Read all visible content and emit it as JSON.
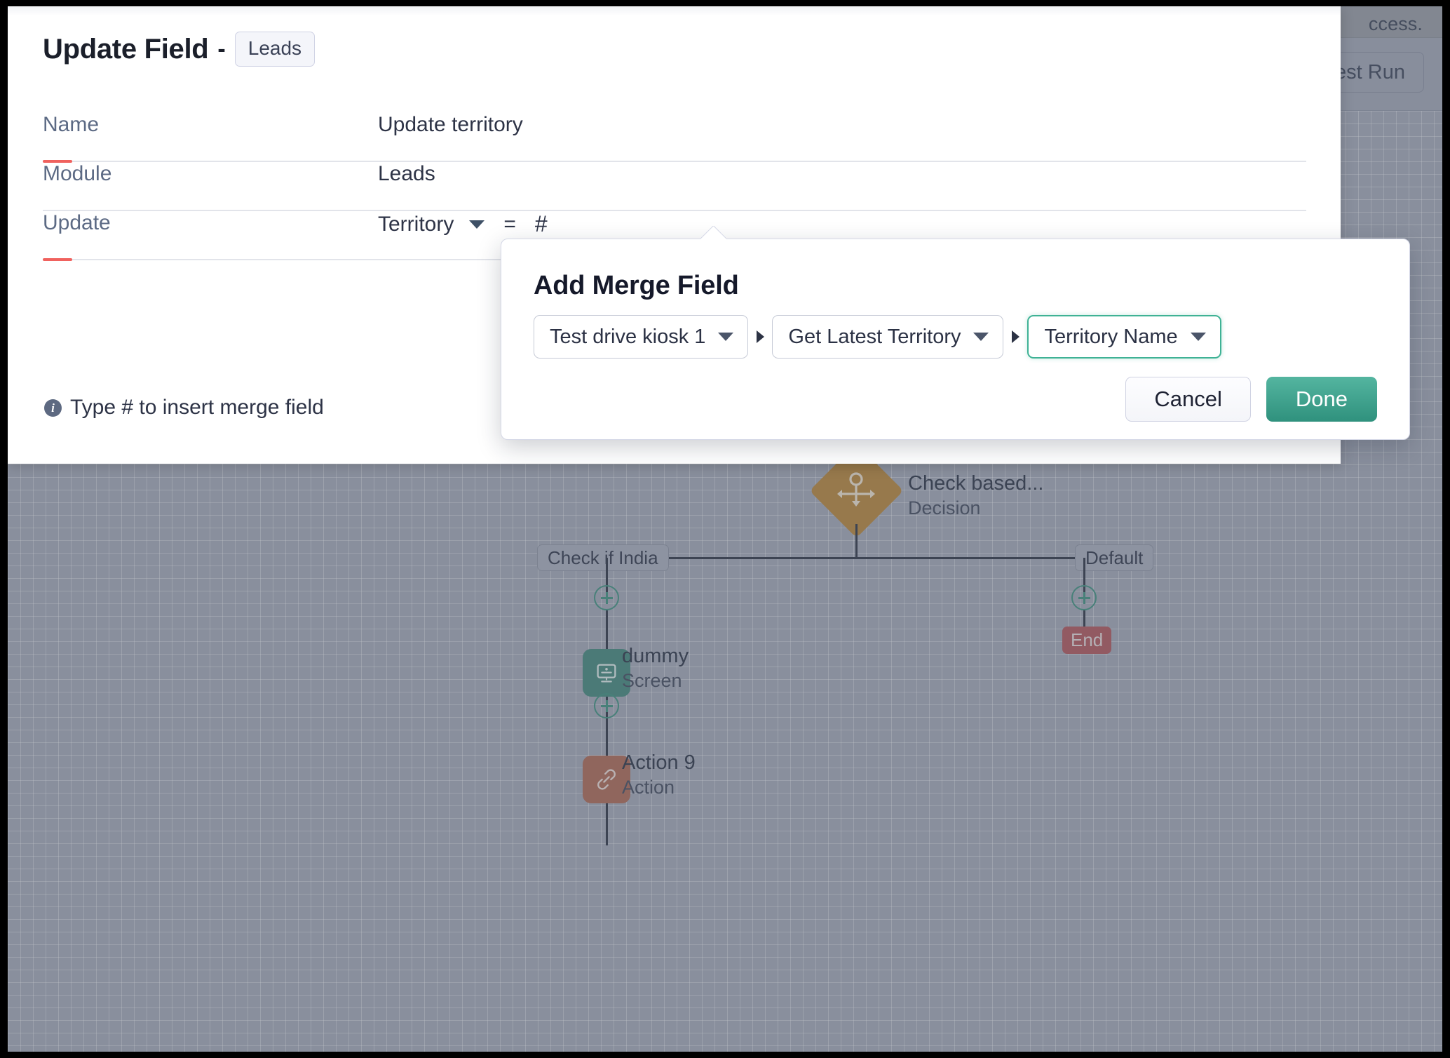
{
  "background": {
    "topbar_text": "ccess.",
    "test_run_label": "est Run"
  },
  "panel": {
    "title": "Update Field",
    "dash": "-",
    "module_chip": "Leads",
    "rows": [
      {
        "label": "Name",
        "value": "Update territory"
      },
      {
        "label": "Module",
        "value": "Leads"
      }
    ],
    "update_row": {
      "label": "Update",
      "field": "Territory",
      "operator": "=",
      "token": "#"
    },
    "hint": {
      "icon": "i",
      "text": "Type # to insert merge field"
    }
  },
  "popup": {
    "title": "Add Merge Field",
    "selects": [
      {
        "label": "Test drive kiosk 1",
        "active": false
      },
      {
        "label": "Get Latest Territory",
        "active": false
      },
      {
        "label": "Territory Name",
        "active": true
      }
    ],
    "cancel_label": "Cancel",
    "done_label": "Done"
  },
  "flow": {
    "decision": {
      "title": "Check based...",
      "subtitle": "Decision"
    },
    "branches": [
      {
        "label": "Check if India"
      },
      {
        "label": "Default"
      }
    ],
    "end_badge": "End",
    "nodes": [
      {
        "title": "dummy",
        "subtitle": "Screen"
      },
      {
        "title": "Action 9",
        "subtitle": "Action"
      }
    ]
  },
  "colors": {
    "accent_teal": "#3fb295",
    "accent_coral": "#f0625e",
    "decision_amber": "#bb8739",
    "screen_node": "#44897c",
    "action_node": "#b06a54",
    "end_badge": "#b3565c"
  }
}
